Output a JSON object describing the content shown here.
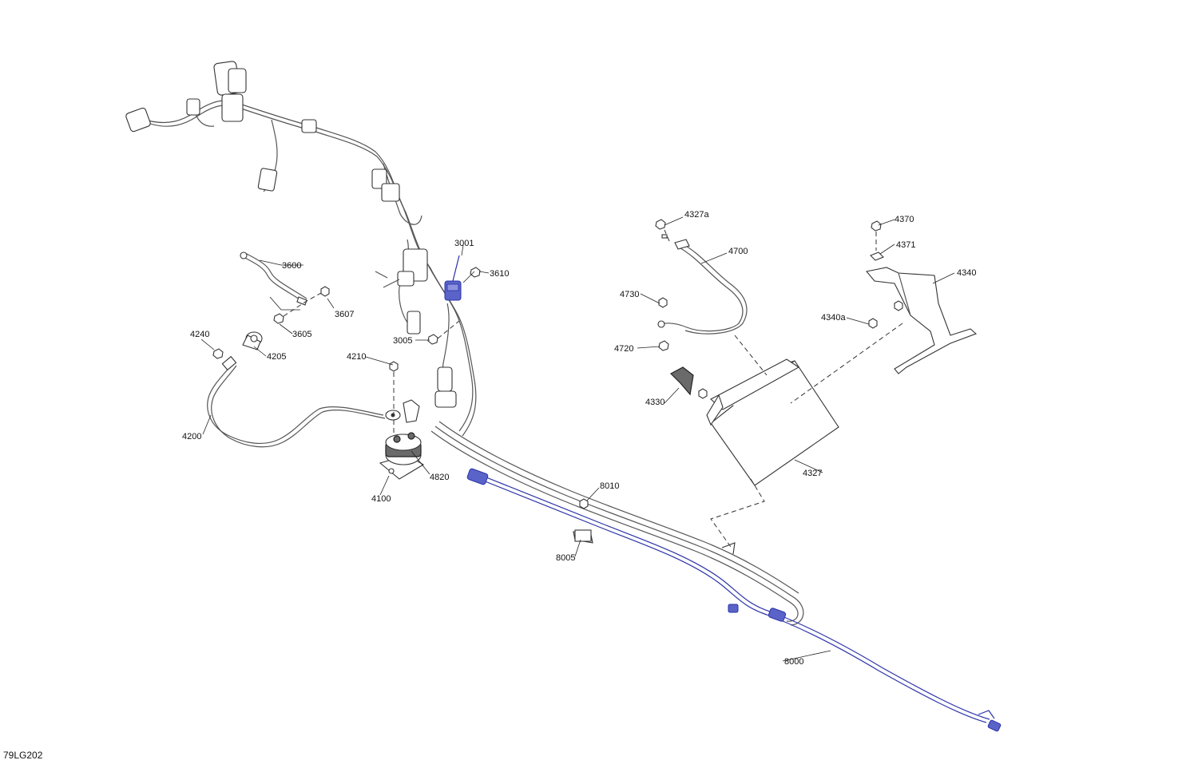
{
  "drawing_ref": "79LG202",
  "callouts": {
    "c3001": "3001",
    "c3610": "3610",
    "c3600": "3600",
    "c3607": "3607",
    "c3605": "3605",
    "c3005": "3005",
    "c4240": "4240",
    "c4205": "4205",
    "c4210": "4210",
    "c4200": "4200",
    "c4820": "4820",
    "c4100": "4100",
    "c8010": "8010",
    "c8005": "8005",
    "c8000": "8000",
    "c4327a": "4327a",
    "c4700": "4700",
    "c4730": "4730",
    "c4720": "4720",
    "c4330": "4330",
    "c4327": "4327",
    "c4370": "4370",
    "c4371": "4371",
    "c4340": "4340",
    "c4340a": "4340a"
  },
  "colors": {
    "line": "#333333",
    "highlight": "#2b33a8"
  }
}
